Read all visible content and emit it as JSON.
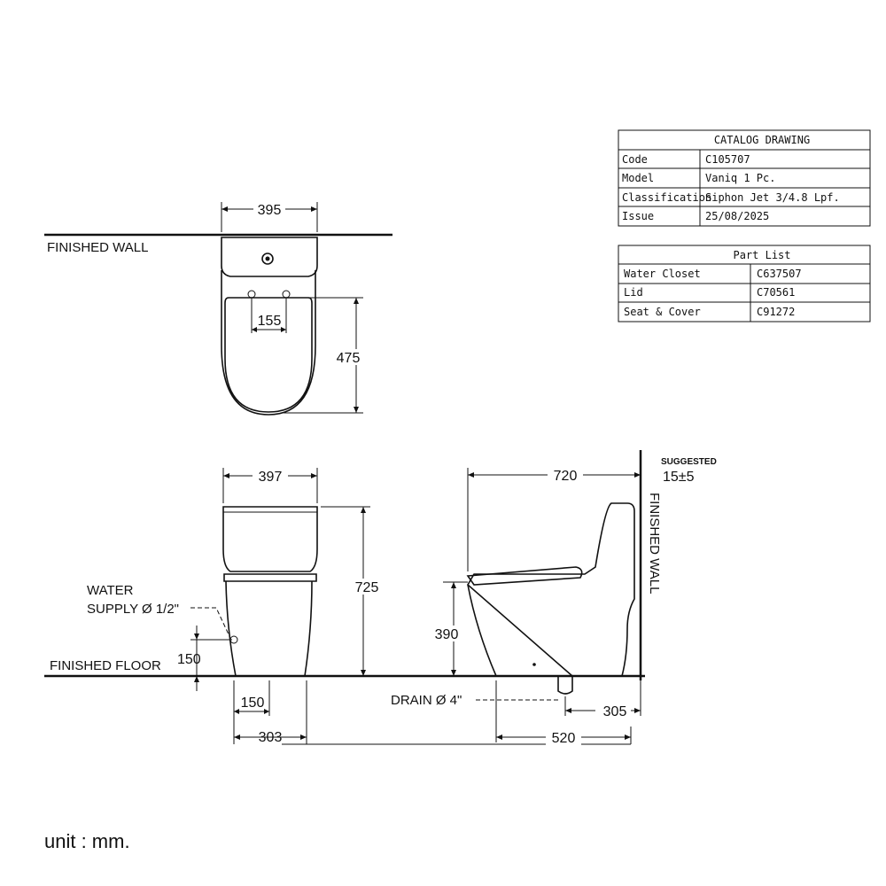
{
  "catalog": {
    "title": "CATALOG DRAWING",
    "rows": [
      {
        "label": "Code",
        "value": "C105707"
      },
      {
        "label": "Model",
        "value": "Vaniq 1 Pc."
      },
      {
        "label": "Classification",
        "value": "Siphon Jet 3/4.8 Lpf."
      },
      {
        "label": "Issue",
        "value": "25/08/2025"
      }
    ]
  },
  "parts": {
    "title": "Part List",
    "rows": [
      {
        "label": "Water Closet",
        "value": "C637507"
      },
      {
        "label": "Lid",
        "value": "C70561"
      },
      {
        "label": "Seat & Cover",
        "value": "C91272"
      }
    ]
  },
  "labels": {
    "finished_wall_top": "FINISHED WALL",
    "finished_wall_side": "FINISHED WALL",
    "finished_floor": "FINISHED FLOOR",
    "water_supply_1": "WATER",
    "water_supply_2": "SUPPLY Ø 1/2\"",
    "drain": "DRAIN Ø 4\"",
    "suggested": "SUGGESTED",
    "unit": "unit : mm."
  },
  "dimensions": {
    "top_width": "395",
    "top_bolt_spacing": "155",
    "top_depth": "475",
    "front_width": "397",
    "front_height": "725",
    "supply_height": "150",
    "supply_offset": "150",
    "front_drain_offset": "303",
    "side_length": "720",
    "wall_gap": "15±5",
    "seat_height": "390",
    "drain_from_wall": "305",
    "side_drain_distance": "520"
  }
}
